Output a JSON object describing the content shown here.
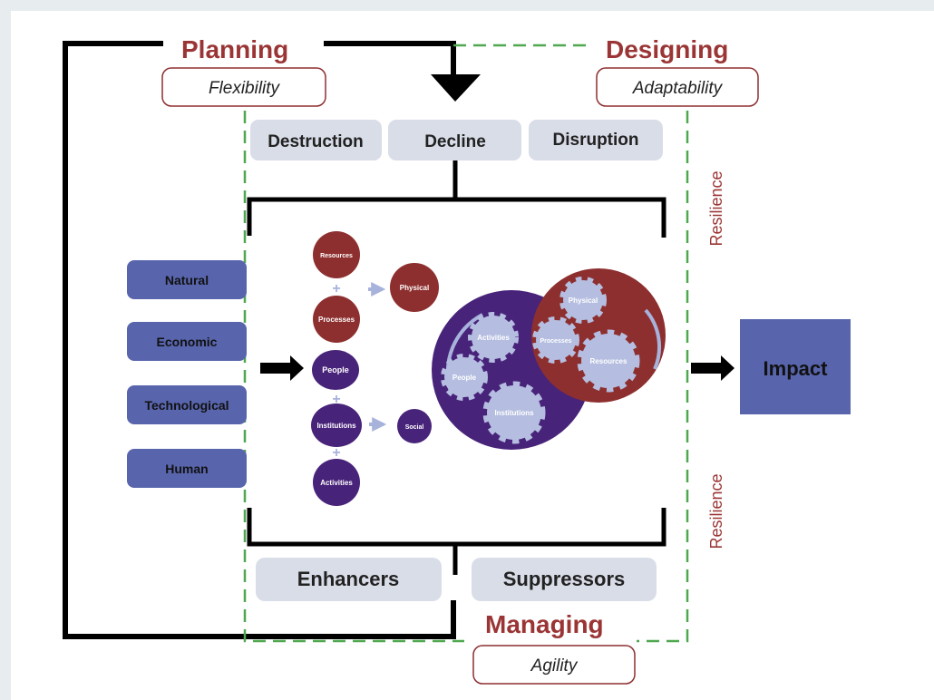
{
  "labels": {
    "planning": "Planning",
    "designing": "Designing",
    "managing": "Managing",
    "flexibility": "Flexibility",
    "adaptability": "Adaptability",
    "agility": "Agility",
    "resilience_top": "Resilience",
    "resilience_bottom": "Resilience",
    "impact": "Impact"
  },
  "disruptors": [
    "Destruction",
    "Decline",
    "Disruption"
  ],
  "modifiers": [
    "Enhancers",
    "Suppressors"
  ],
  "drivers": [
    "Natural",
    "Economic",
    "Technological",
    "Human"
  ],
  "nodes": {
    "resources": "Resources",
    "processes": "Processes",
    "physical": "Physical",
    "people": "People",
    "institutions": "Institutions",
    "activities": "Activities",
    "social": "Social",
    "plus": "+"
  },
  "gears_purple": {
    "activities": "Activities",
    "people": "People",
    "institutions": "Institutions"
  },
  "gears_red": {
    "physical": "Physical",
    "processes": "Processes",
    "resources": "Resources"
  },
  "colors": {
    "accent_red": "#9b3535",
    "node_red": "#8e2f2f",
    "node_purple": "#48237a",
    "box_blue": "#5865ad",
    "box_gray": "#d9dde8",
    "gear_fill": "#b5bee0",
    "dash_green": "#4fa84f"
  }
}
